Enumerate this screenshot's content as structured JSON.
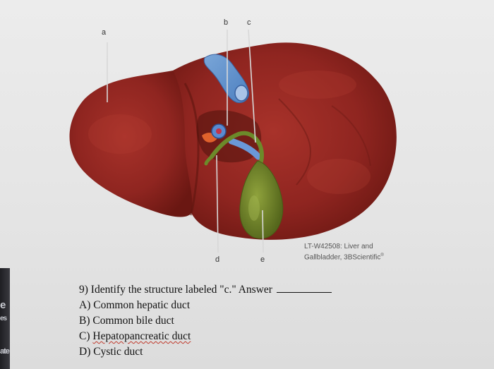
{
  "labels": {
    "a": "a",
    "b": "b",
    "c": "c",
    "d": "d",
    "e": "e"
  },
  "caption": {
    "line1": "LT-W42508: Liver and",
    "line2": "Gallbladder, 3BScientific",
    "mark": "®"
  },
  "question": {
    "prompt": "9) Identify the structure labeled \"c.\" Answer",
    "options": [
      {
        "letter": "A)",
        "text": "Common hepatic duct"
      },
      {
        "letter": "B)",
        "text": "Common bile duct"
      },
      {
        "letter": "C)",
        "text": "Hepatopancreatic duct"
      },
      {
        "letter": "D)",
        "text": "Cystic duct"
      }
    ]
  },
  "edge_fragments": [
    "e",
    "es",
    "ate"
  ]
}
